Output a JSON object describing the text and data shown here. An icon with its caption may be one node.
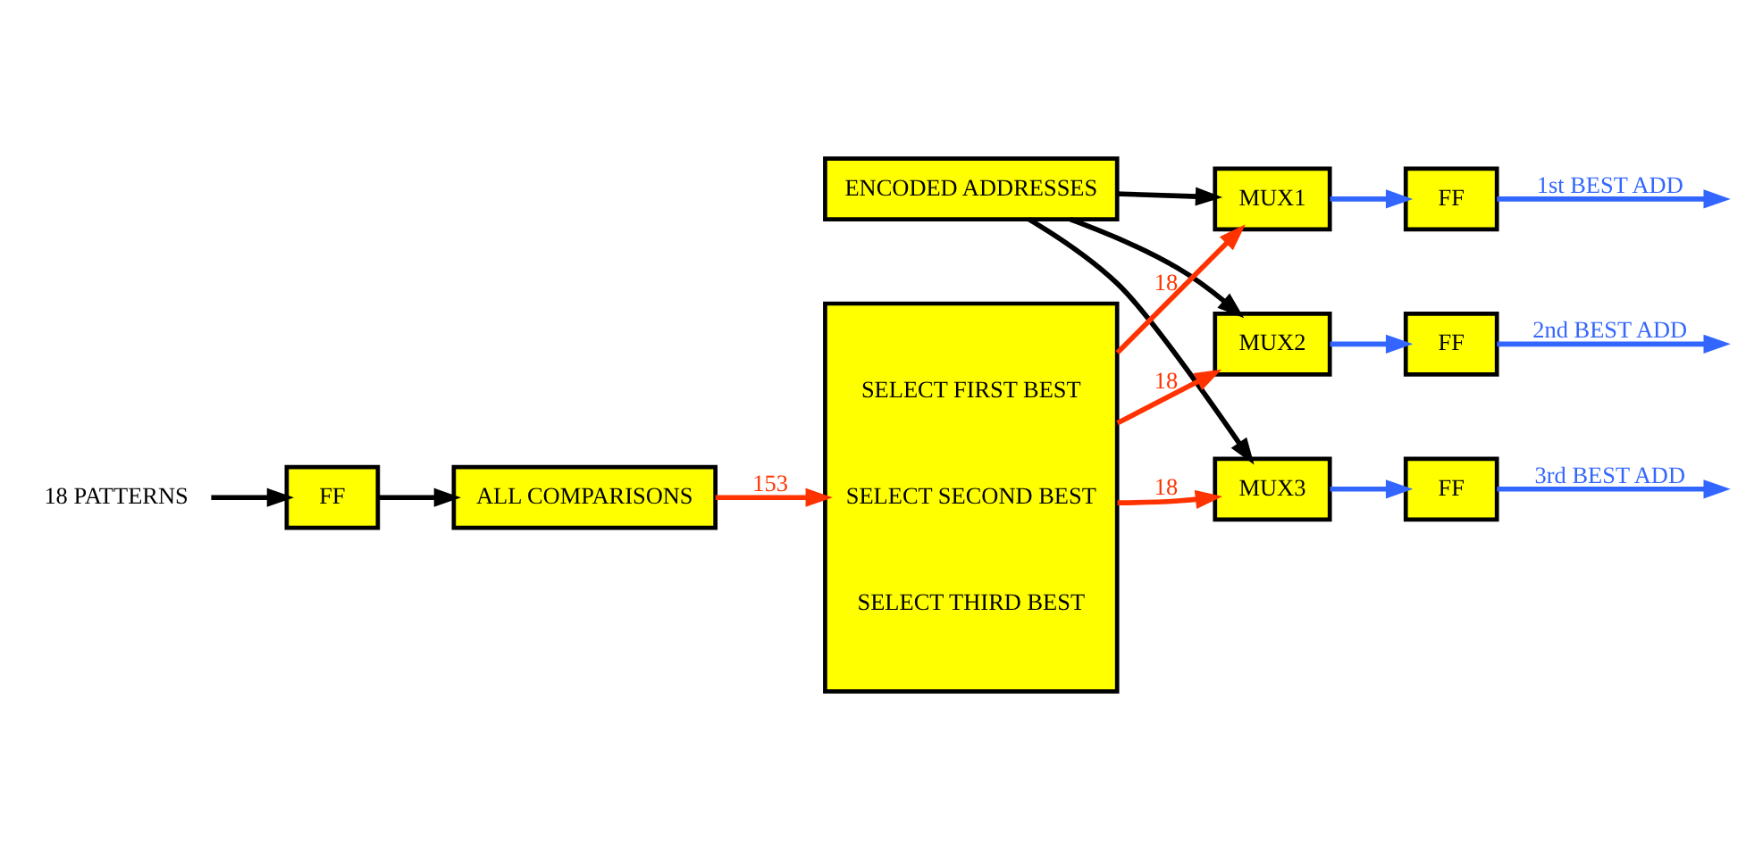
{
  "diagram": {
    "nodes": [
      {
        "text": [
          "18 PATTERNS"
        ]
      },
      {
        "text": [
          "FF"
        ]
      },
      {
        "text": [
          "ALL COMPARISONS"
        ]
      },
      {
        "text": [
          "ENCODED ADDRESSES"
        ]
      },
      {
        "text": [
          "SELECT FIRST BEST",
          "SELECT SECOND BEST",
          "SELECT THIRD BEST"
        ]
      },
      {
        "text": [
          "MUX1"
        ]
      },
      {
        "text": [
          "FF"
        ]
      },
      {
        "text": [
          "MUX2"
        ]
      },
      {
        "text": [
          "FF"
        ]
      },
      {
        "text": [
          "MUX3"
        ]
      },
      {
        "text": [
          "FF"
        ]
      }
    ],
    "edges": [
      {
        "from": 0,
        "to": 1,
        "arrow": "to",
        "color": "#000000"
      },
      {
        "from": 1,
        "to": 2,
        "arrow": "to",
        "color": "#000000"
      },
      {
        "from": 2,
        "to": 4,
        "arrow": "to",
        "label": "153",
        "color": "#ff3300"
      },
      {
        "from": 3,
        "to": 5,
        "arrow": "to",
        "color": "#000000"
      },
      {
        "from": 3,
        "to": 7,
        "arrow": "to",
        "color": "#000000"
      },
      {
        "from": 3,
        "to": 9,
        "arrow": "to",
        "color": "#000000"
      },
      {
        "from": 4,
        "to": 5,
        "arrow": "to",
        "label": "18",
        "color": "#ff3300"
      },
      {
        "from": 4,
        "to": 7,
        "arrow": "to",
        "label": "18",
        "color": "#ff3300"
      },
      {
        "from": 4,
        "to": 9,
        "arrow": "to",
        "label": "18",
        "color": "#ff3300"
      },
      {
        "from": 5,
        "to": 6,
        "arrow": "to",
        "color": "#3366ff"
      },
      {
        "from": 6,
        "to": null,
        "arrow": "to",
        "label": "1st BEST ADD",
        "color": "#3366ff"
      },
      {
        "from": 7,
        "to": 8,
        "arrow": "to",
        "color": "#3366ff"
      },
      {
        "from": 8,
        "to": null,
        "arrow": "to",
        "label": "2nd BEST ADD",
        "color": "#3366ff"
      },
      {
        "from": 9,
        "to": 10,
        "arrow": "to",
        "color": "#3366ff"
      },
      {
        "from": 10,
        "to": null,
        "arrow": "to",
        "label": "3rd BEST ADD",
        "color": "#3366ff"
      }
    ]
  }
}
